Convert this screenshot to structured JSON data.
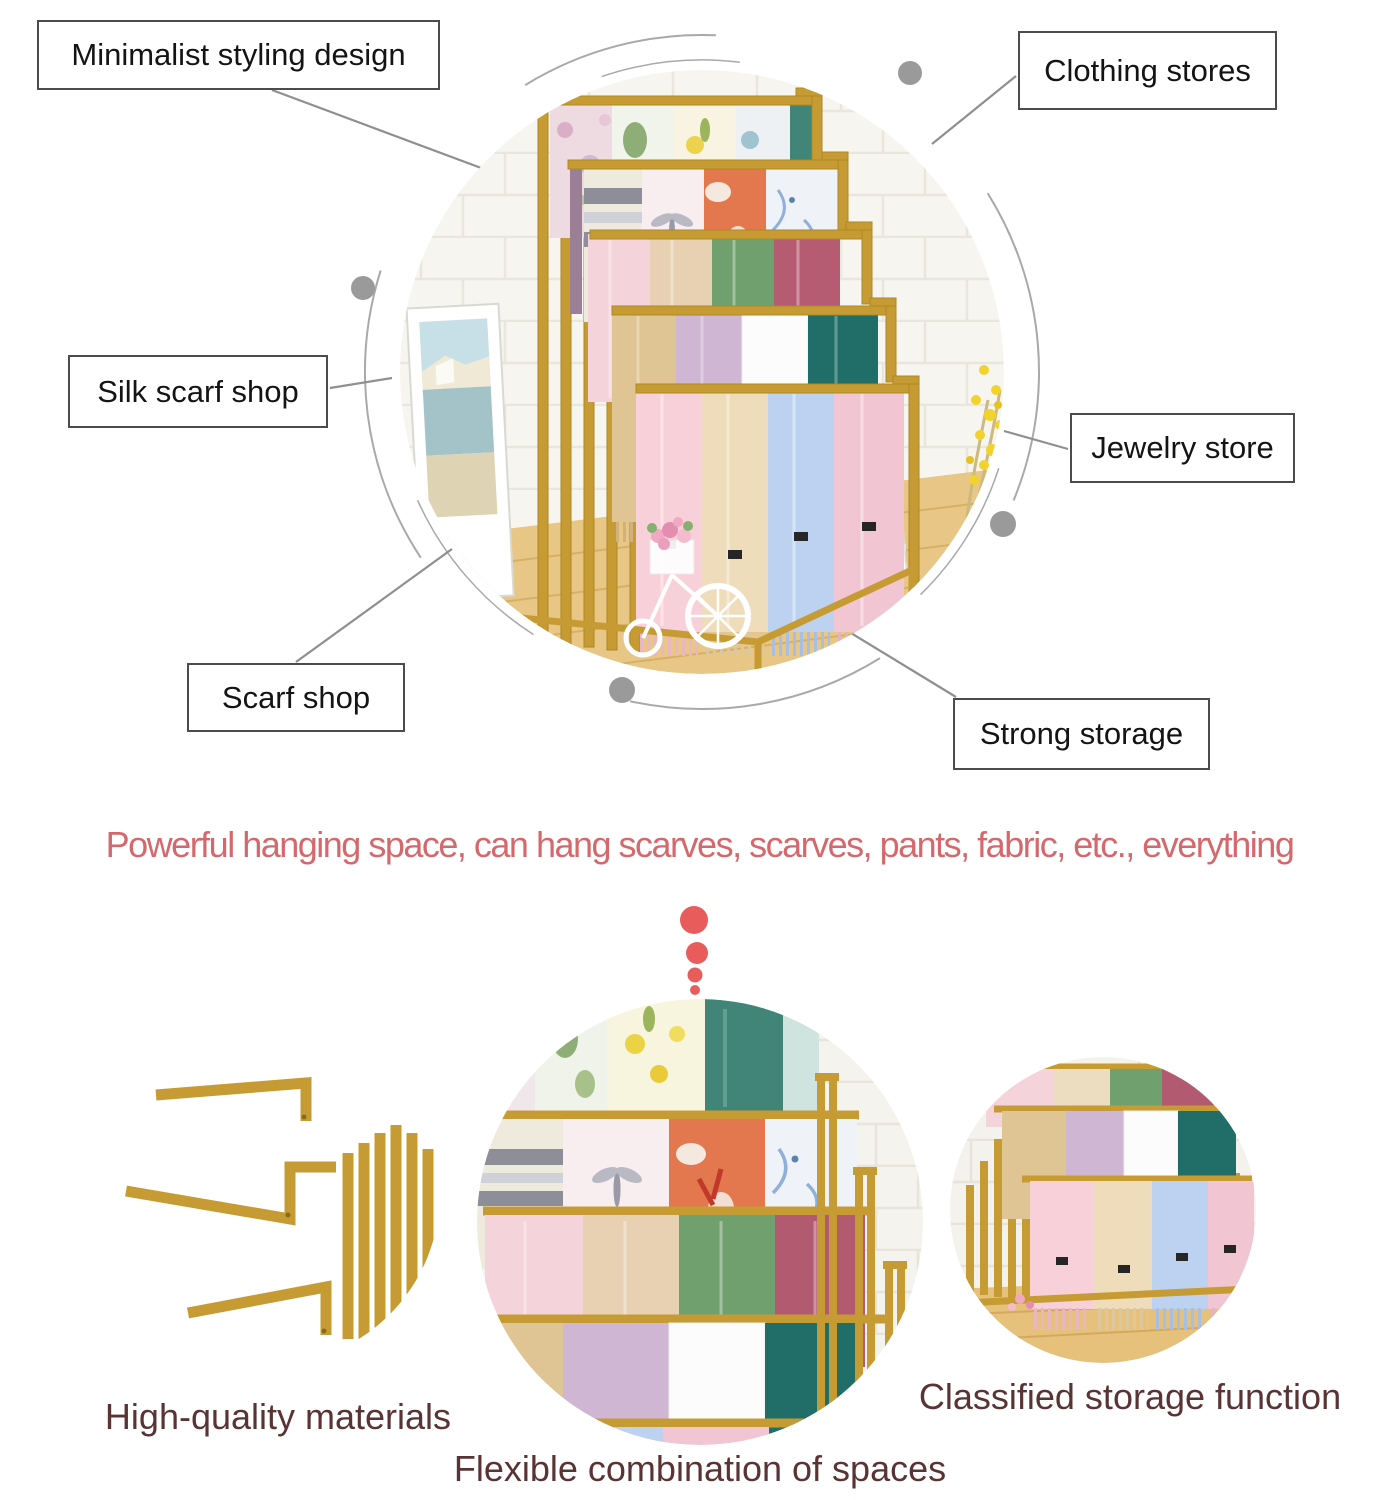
{
  "callouts": {
    "minimalist": {
      "label": "Minimalist styling design"
    },
    "clothing": {
      "label": "Clothing stores"
    },
    "silk": {
      "label": "Silk scarf shop"
    },
    "jewelry": {
      "label": "Jewelry store"
    },
    "scarf": {
      "label": "Scarf shop"
    },
    "storage": {
      "label": "Strong storage"
    }
  },
  "headline": {
    "text": "Powerful hanging space, can hang scarves, scarves, pants, fabric, etc., everything"
  },
  "features": {
    "left": {
      "label": "High-quality materials"
    },
    "center": {
      "label": "Flexible combination of spaces"
    },
    "right": {
      "label": "Classified storage function"
    }
  },
  "colors": {
    "headline_red": "#d5686c",
    "accent_red_dots": "#e85d5c",
    "caption_brown": "#5a3434",
    "callout_border": "#4c4c4c",
    "connector_gray": "#8f8f8f",
    "rack_gold": "#c79b33",
    "wall_white": "#f7f5ef",
    "floor_wood": "#e8c685"
  }
}
